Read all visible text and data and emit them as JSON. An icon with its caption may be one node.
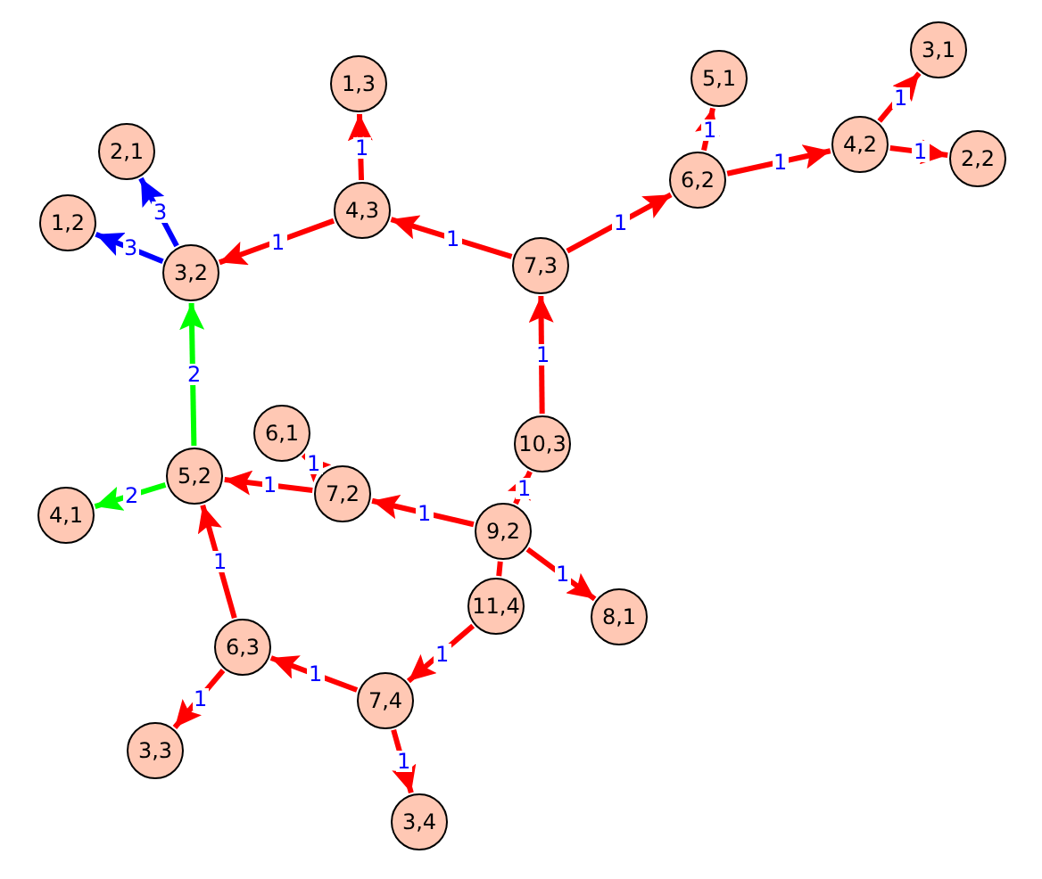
{
  "diagram": {
    "nodes": [
      {
        "text": [
          "3,1"
        ]
      },
      {
        "text": [
          "5,1"
        ]
      },
      {
        "text": [
          "1,3"
        ]
      },
      {
        "text": [
          "4,2"
        ]
      },
      {
        "text": [
          "2,1"
        ]
      },
      {
        "text": [
          "2,2"
        ]
      },
      {
        "text": [
          "6,2"
        ]
      },
      {
        "text": [
          "4,3"
        ]
      },
      {
        "text": [
          "1,2"
        ]
      },
      {
        "text": [
          "7,3"
        ]
      },
      {
        "text": [
          "3,2"
        ]
      },
      {
        "text": [
          "6,1"
        ]
      },
      {
        "text": [
          "10,3"
        ]
      },
      {
        "text": [
          "5,2"
        ]
      },
      {
        "text": [
          "7,2"
        ]
      },
      {
        "text": [
          "4,1"
        ]
      },
      {
        "text": [
          "9,2"
        ]
      },
      {
        "text": [
          "11,4"
        ]
      },
      {
        "text": [
          "8,1"
        ]
      },
      {
        "text": [
          "6,3"
        ]
      },
      {
        "text": [
          "7,4"
        ]
      },
      {
        "text": [
          "3,3"
        ]
      },
      {
        "text": [
          "3,4"
        ]
      }
    ],
    "edges": [
      {
        "from": 12,
        "to": 9,
        "arrow": "to",
        "label": "1"
      },
      {
        "from": 9,
        "to": 7,
        "arrow": "to",
        "label": "1"
      },
      {
        "from": 9,
        "to": 6,
        "arrow": "to",
        "label": "1"
      },
      {
        "from": 6,
        "to": 1,
        "arrow": "to",
        "label": "1"
      },
      {
        "from": 6,
        "to": 3,
        "arrow": "to",
        "label": "1"
      },
      {
        "from": 3,
        "to": 0,
        "arrow": "to",
        "label": "1"
      },
      {
        "from": 3,
        "to": 5,
        "arrow": "to",
        "label": "1"
      },
      {
        "from": 7,
        "to": 2,
        "arrow": "to",
        "label": "1"
      },
      {
        "from": 7,
        "to": 10,
        "arrow": "to",
        "label": "1"
      },
      {
        "from": 10,
        "to": 4,
        "arrow": "to",
        "label": "3",
        "color": "#0000ff"
      },
      {
        "from": 10,
        "to": 8,
        "arrow": "to",
        "label": "3",
        "color": "#0000ff"
      },
      {
        "from": 13,
        "to": 10,
        "arrow": "to",
        "label": "2",
        "color": "#00ff00"
      },
      {
        "from": 13,
        "to": 15,
        "arrow": "to",
        "label": "2",
        "color": "#00ff00"
      },
      {
        "from": 14,
        "to": 13,
        "arrow": "to",
        "label": "1"
      },
      {
        "from": 14,
        "to": 11,
        "arrow": "to",
        "label": "1"
      },
      {
        "from": 16,
        "to": 14,
        "arrow": "to",
        "label": "1"
      },
      {
        "from": 16,
        "to": 18,
        "arrow": "to",
        "label": "1"
      },
      {
        "from": 16,
        "to": 12,
        "arrow": "to",
        "label": "1"
      },
      {
        "from": 17,
        "to": 16,
        "arrow": "none"
      },
      {
        "from": 17,
        "to": 20,
        "arrow": "to",
        "label": "1"
      },
      {
        "from": 19,
        "to": 13,
        "arrow": "to",
        "label": "1"
      },
      {
        "from": 19,
        "to": 21,
        "arrow": "to",
        "label": "1"
      },
      {
        "from": 20,
        "to": 19,
        "arrow": "to",
        "label": "1"
      },
      {
        "from": 20,
        "to": 22,
        "arrow": "to",
        "label": "1"
      }
    ]
  }
}
